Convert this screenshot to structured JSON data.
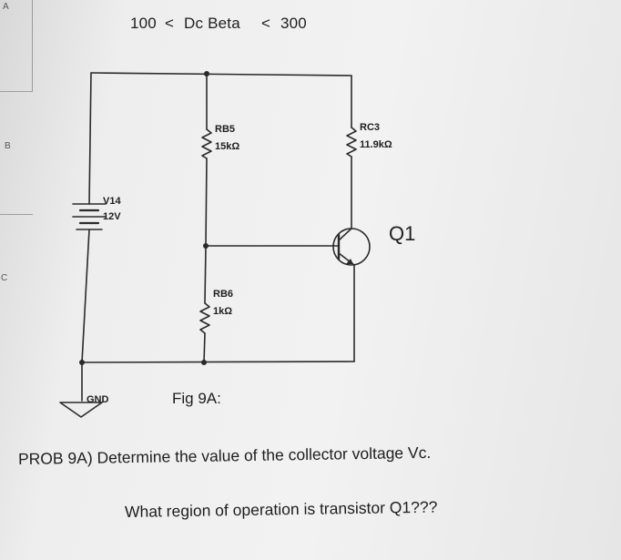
{
  "margin": {
    "labels": [
      "A",
      "B",
      "C"
    ]
  },
  "header": {
    "low": "100",
    "lt1": "<",
    "param": "Dc Beta",
    "lt2": "<",
    "high": "300"
  },
  "components": {
    "rb5": {
      "name": "RB5",
      "value": "15kΩ"
    },
    "rc3": {
      "name": "RC3",
      "value": "11.9kΩ"
    },
    "v14": {
      "name": "V14",
      "value": "12V"
    },
    "q1": {
      "name": "Q1"
    },
    "rb6": {
      "name": "RB6",
      "value": "1kΩ"
    },
    "gnd": {
      "name": "GND"
    }
  },
  "figure": {
    "caption": "Fig 9A:"
  },
  "problem": {
    "line1": "PROB 9A) Determine the value of the collector voltage Vc.",
    "line2": "What region of operation is transistor Q1???"
  }
}
